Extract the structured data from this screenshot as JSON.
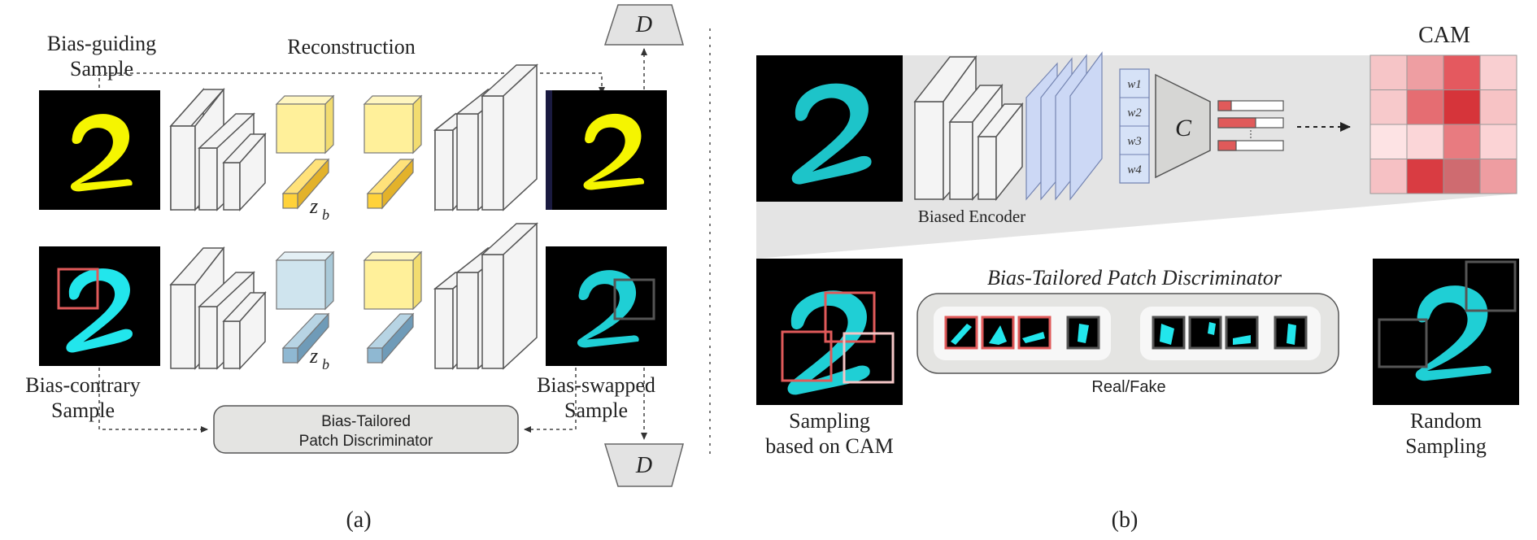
{
  "panel_a": {
    "caption": "(a)",
    "label_bias_guiding_1": "Bias-guiding",
    "label_bias_guiding_2": "Sample",
    "label_reconstruction": "Reconstruction",
    "label_bias_contrary_1": "Bias-contrary",
    "label_bias_contrary_2": "Sample",
    "label_bias_swapped_1": "Bias-swapped",
    "label_bias_swapped_2": "Sample",
    "discriminator_box_1": "Bias-Tailored",
    "discriminator_box_2": "Patch Discriminator",
    "d_top": "D",
    "d_bottom": "D",
    "zb_top": "z",
    "zb_top_sub": "b",
    "zb_bottom": "z",
    "zb_bottom_sub": "b"
  },
  "panel_b": {
    "caption": "(b)",
    "label_cam": "CAM",
    "label_biased_encoder": "Biased Encoder",
    "label_classifier": "C",
    "weights": [
      "w1",
      "w2",
      "w3",
      "w4"
    ],
    "label_patch_discriminator": "Bias-Tailored Patch Discriminator",
    "label_real_fake": "Real/Fake",
    "label_sampling_1": "Sampling",
    "label_sampling_2": "based on CAM",
    "label_random_1": "Random",
    "label_random_2": "Sampling",
    "cam_colors": [
      [
        "#f6c5c7",
        "#ee9ea2",
        "#e4595f",
        "#f9cfd1"
      ],
      [
        "#f7c9cb",
        "#e56d72",
        "#d6343a",
        "#f7c3c5"
      ],
      [
        "#fde3e4",
        "#fbd6d8",
        "#e87b80",
        "#fbd3d5"
      ],
      [
        "#f6c1c4",
        "#d93c42",
        "#cf6b70",
        "#ee9da1"
      ]
    ]
  },
  "colors": {
    "yellow_digit": "#f5f500",
    "cyan_digit": "#22e6ec",
    "yellow_code": "#fff09a",
    "blue_code": "#cfe4ee",
    "yellow_vector": "#ffd23a",
    "blue_vector": "#8fb8d2",
    "red_patch": "#e05a5a",
    "gray_patch": "#555555"
  }
}
